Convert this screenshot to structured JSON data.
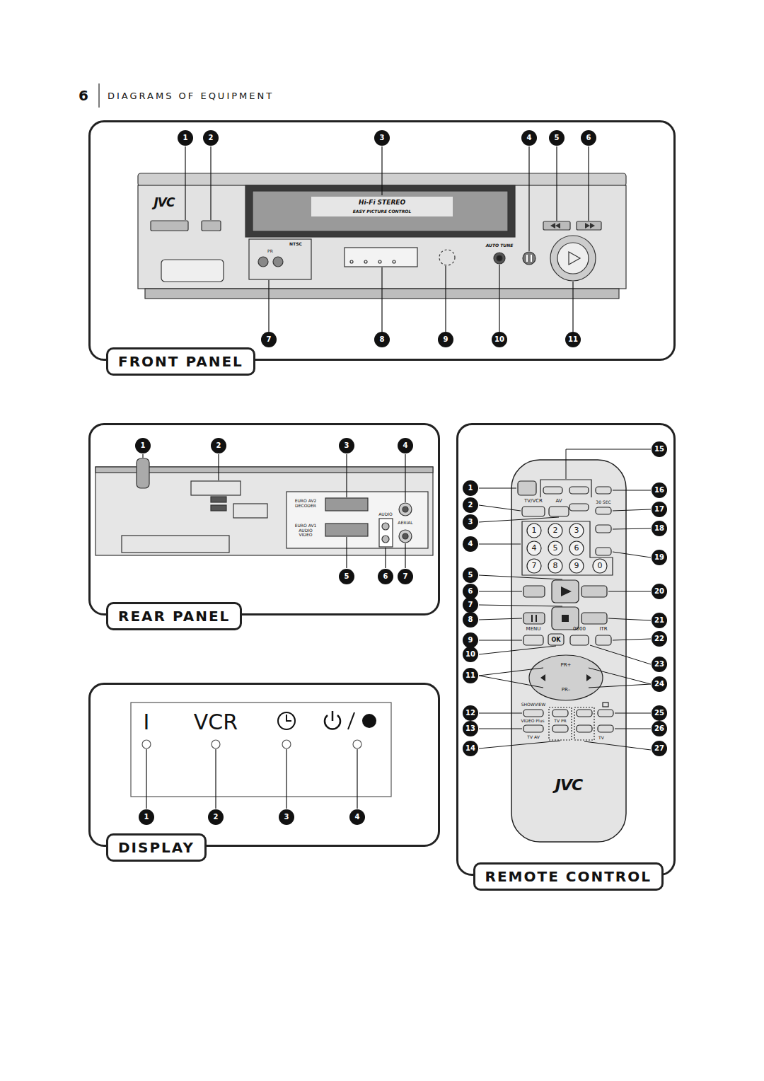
{
  "diagram": {
    "title": "DIAGRAMS OF EQUIPMENT",
    "nodes": [
      {
        "text": [
          "FRONT PANEL"
        ]
      },
      {
        "text": [
          "REAR PANEL"
        ]
      },
      {
        "text": [
          "DISPLAY"
        ]
      },
      {
        "text": [
          "REMOTE CONTROL"
        ]
      }
    ],
    "labels": [
      "6",
      "1",
      "2",
      "3",
      "4",
      "5",
      "6",
      "7",
      "8",
      "9",
      "10",
      "11",
      "JVC",
      "Hi-Fi STEREO",
      "EASY PICTURE CONTROL",
      "AUTO TUNE",
      "NTSC",
      "PR",
      "1",
      "2",
      "3",
      "4",
      "5",
      "6",
      "7",
      "EURO AV2 DECODER",
      "EURO AV1 AUDIO VIDEO",
      "AERIAL",
      "AUDIO",
      "I",
      "VCR",
      "1",
      "2",
      "3",
      "4",
      "1",
      "2",
      "3",
      "4",
      "5",
      "6",
      "7",
      "8",
      "9",
      "10",
      "11",
      "12",
      "13",
      "14",
      "15",
      "16",
      "17",
      "18",
      "19",
      "20",
      "21",
      "22",
      "23",
      "24",
      "25",
      "26",
      "27",
      "AV",
      "TV/VCR",
      "30 SEC",
      "1",
      "2",
      "3",
      "4",
      "5",
      "6",
      "7",
      "8",
      "9",
      "0",
      "MENU",
      "OK",
      "0000",
      "ITR",
      "PR+",
      "PR–",
      "SHOWVIEW",
      "VIDEO Plus",
      "TV PR",
      "TV AV",
      "TV",
      "JVC"
    ]
  }
}
